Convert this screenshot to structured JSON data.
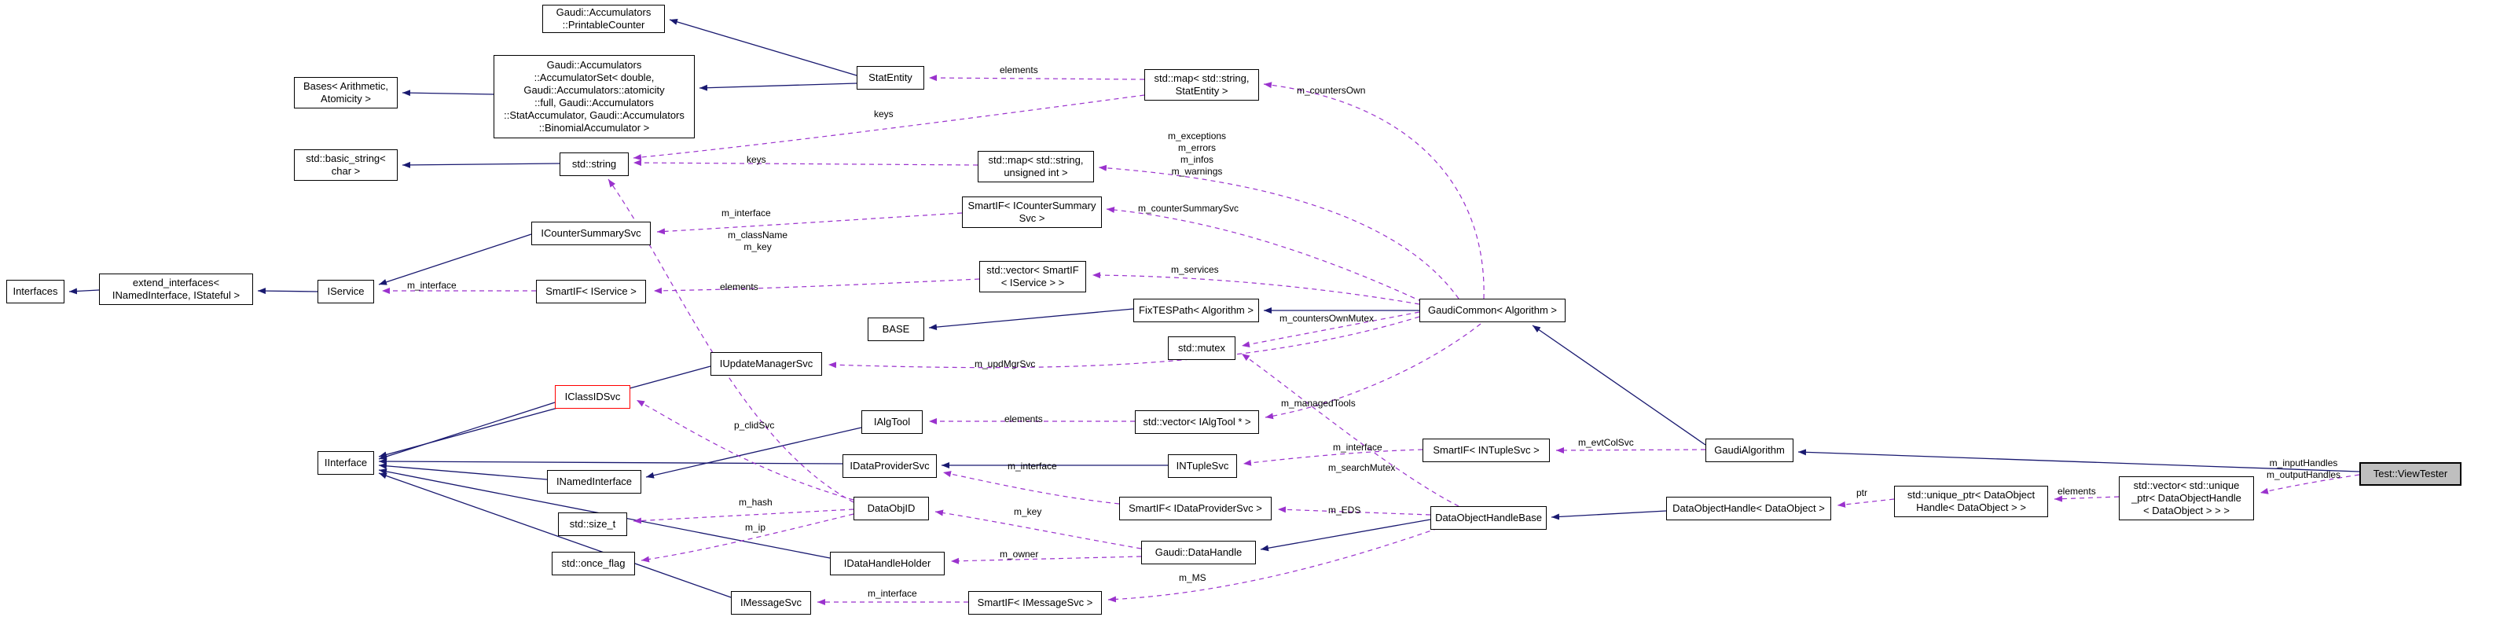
{
  "nodes": {
    "printable_counter": "Gaudi::Accumulators\n::PrintableCounter",
    "bases": "Bases< Arithmetic,\nAtomicity >",
    "accumulator_set": "Gaudi::Accumulators\n::AccumulatorSet< double,\nGaudi::Accumulators::atomicity\n::full, Gaudi::Accumulators\n::StatAccumulator, Gaudi::Accumulators\n::BinomialAccumulator >",
    "stat_entity": "StatEntity",
    "map_stat_entity": "std::map< std::string,\nStatEntity >",
    "basic_string": "std::basic_string<\nchar >",
    "std_string": "std::string",
    "map_uint": "std::map< std::string,\nunsigned int >",
    "smartif_counter_summary": "SmartIF< ICounterSummary\nSvc >",
    "icounter_summary_svc": "ICounterSummarySvc",
    "interfaces": "Interfaces",
    "extend_interfaces": "extend_interfaces<\nINamedInterface, IStateful >",
    "iservice": "IService",
    "smartif_iservice": "SmartIF< IService >",
    "vector_smartif_iservice": "std::vector< SmartIF\n< IService > >",
    "fixtespath": "FixTESPath< Algorithm >",
    "base": "BASE",
    "gaudi_common": "GaudiCommon< Algorithm >",
    "std_mutex": "std::mutex",
    "iupdate_manager_svc": "IUpdateManagerSvc",
    "iclassid_svc": "IClassIDSvc",
    "ialgtool": "IAlgTool",
    "vector_ialgtool": "std::vector< IAlgTool * >",
    "iinterface": "IInterface",
    "idataprovider_svc": "IDataProviderSvc",
    "intuple_svc": "INTupleSvc",
    "smartif_intuple_svc": "SmartIF< INTupleSvc >",
    "gaudi_algorithm": "GaudiAlgorithm",
    "inamed_interface": "INamedInterface",
    "dataobjid": "DataObjID",
    "smartif_idataprovider_svc": "SmartIF< IDataProviderSvc >",
    "dataobject_handle_base": "DataObjectHandleBase",
    "dataobject_handle": "DataObjectHandle< DataObject >",
    "unique_ptr": "std::unique_ptr< DataObject\nHandle< DataObject > >",
    "vector_unique_ptr": "std::vector< std::unique\n_ptr< DataObjectHandle\n< DataObject > > >",
    "view_tester": "Test::ViewTester",
    "size_t": "std::size_t",
    "once_flag": "std::once_flag",
    "idatahandle_holder": "IDataHandleHolder",
    "gaudi_datahandle": "Gaudi::DataHandle",
    "imessage_svc": "IMessageSvc",
    "smartif_imessage_svc": "SmartIF< IMessageSvc >"
  },
  "edge_labels": {
    "elements_statentity": "elements",
    "m_counters_own": "m_countersOwn",
    "keys_statentity_map": "keys",
    "keys_uint_map": "keys",
    "m_exceptions_block": "m_exceptions\nm_errors\nm_infos\nm_warnings",
    "m_interface_countersummary": "m_interface",
    "m_counter_summary_svc": "m_counterSummarySvc",
    "m_classname_key": "m_className\nm_key",
    "m_interface_iservice": "m_interface",
    "elements_iservice": "elements",
    "m_services": "m_services",
    "m_counters_own_mutex": "m_countersOwnMutex",
    "m_upd_mgr_svc": "m_updMgrSvc",
    "m_managed_tools": "m_managedTools",
    "elements_ialgtool": "elements",
    "p_clid_svc": "p_clidSvc",
    "m_interface_intuple": "m_interface",
    "m_evt_col_svc": "m_evtColSvc",
    "m_interface_idataprovider": "m_interface",
    "m_eds": "m_EDS",
    "m_search_mutex": "m_searchMutex",
    "m_hash": "m_hash",
    "m_ip": "m_ip",
    "m_key": "m_key",
    "m_owner": "m_owner",
    "m_ms": "m_MS",
    "m_interface_imessage": "m_interface",
    "ptr": "ptr",
    "elements_unique_ptr": "elements",
    "m_io_handles": "m_inputHandles\nm_outputHandles"
  },
  "colors": {
    "inheritance_edge": "#191970",
    "usage_edge": "#9a32cd",
    "node_border": "#000000",
    "node_background": "#ffffff",
    "highlight_background": "#bfbfbf",
    "truncated_border": "#ff0000",
    "label_color": "#000000"
  }
}
